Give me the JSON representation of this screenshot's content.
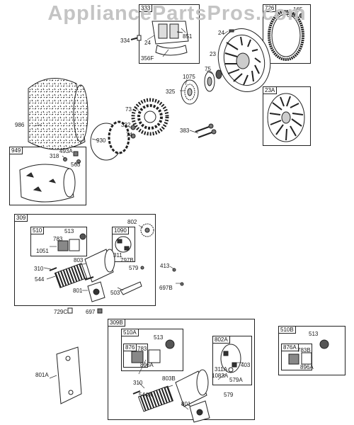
{
  "watermark": "AppliancePartsPros.com",
  "boxes": {
    "b333": "333",
    "b726": "726",
    "b23A": "23A",
    "b949": "949",
    "b309": "309",
    "b510": "510",
    "b1090": "1090",
    "b309B": "309B",
    "b510A": "510A",
    "b876": "876",
    "b802A": "802A",
    "b510B": "510B",
    "b876A": "876A"
  },
  "labels": {
    "l334": "334",
    "l24a": "24",
    "l851": "851",
    "l356F": "356F",
    "l24b": "24",
    "l23": "23",
    "l165": "165",
    "l695": "695",
    "l75": "75",
    "l1075": "1075",
    "l325": "325",
    "l73": "73",
    "l332": "332",
    "l74": "74",
    "l383": "383",
    "l986": "986",
    "l930": "930",
    "l318": "318",
    "l493A": "493A",
    "l563": "563",
    "l802": "802",
    "l513a": "513",
    "l783a": "783",
    "l1051": "1051",
    "l311a": "311",
    "l797B": "797B",
    "l803a": "803",
    "l579a": "579",
    "l413": "413",
    "l310a": "310",
    "l544a": "544",
    "l801a": "801",
    "l503": "503",
    "l697B": "697B",
    "l729C": "729C",
    "l697": "697",
    "l801A": "801A",
    "l513b": "513",
    "l783b": "783",
    "l896Aa": "896A",
    "l310b": "310",
    "l803B": "803B",
    "l544A": "544A",
    "l801b": "801",
    "l311A": "311A",
    "l403": "403",
    "l1083A": "1083A",
    "l579A": "579A",
    "l579b": "579",
    "l513c": "513",
    "l783B": "783B",
    "l896Ab": "896A"
  },
  "colors": {
    "line": "#222222",
    "shade": "#555555",
    "mid": "#999999",
    "light": "#e6e6e6"
  }
}
